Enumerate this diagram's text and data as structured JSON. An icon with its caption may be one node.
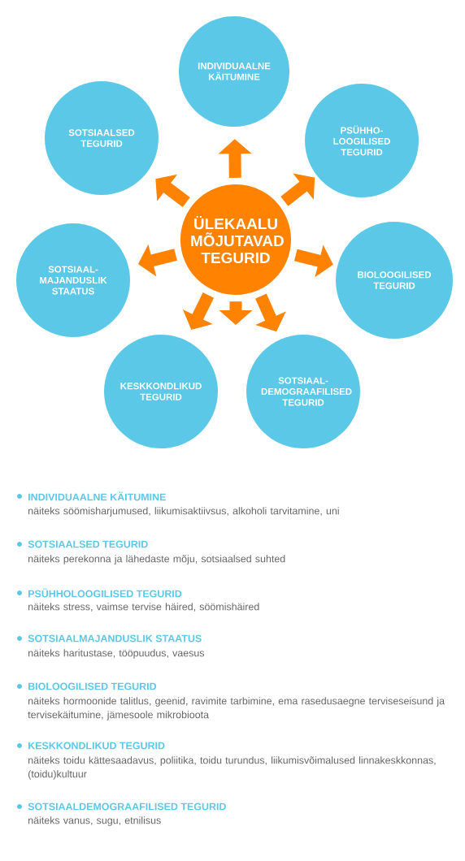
{
  "diagram": {
    "nodes": [
      {
        "text": [
          "ÜLEKAALU MÕJUTAVAD TEGURID"
        ]
      },
      {
        "text": [
          "INDIVIDUAALNE KÄITUMINE"
        ]
      },
      {
        "text": [
          "SOTSIAALSED TEGURID"
        ]
      },
      {
        "text": [
          "PSÜHHO-LOOGILISED TEGURID"
        ]
      },
      {
        "text": [
          "SOTSIAAL-MAJANDUSLIK STAATUS"
        ]
      },
      {
        "text": [
          "BIOLOOGILISED TEGURID"
        ]
      },
      {
        "text": [
          "KESKKONDLIKUD TEGURID"
        ]
      },
      {
        "text": [
          "SOTSIAAL-DEMOGRAAFILISED TEGURID"
        ]
      }
    ],
    "edges": [
      {
        "from": 0,
        "to": 1,
        "arrow": "to"
      },
      {
        "from": 0,
        "to": 3,
        "arrow": "to"
      },
      {
        "from": 0,
        "to": 5,
        "arrow": "to"
      },
      {
        "from": 0,
        "to": 7,
        "arrow": "to"
      },
      {
        "from": 0,
        "to": null,
        "arrow": "to"
      },
      {
        "from": 0,
        "to": 6,
        "arrow": "to"
      },
      {
        "from": 0,
        "to": 4,
        "arrow": "to"
      },
      {
        "from": 0,
        "to": 2,
        "arrow": "to"
      }
    ],
    "labels": [
      "INDIVIDUAALNE KÄITUMINE",
      "näiteks söömisharjumused, liikumisaktiivsus, alkoholi tarvitamine, uni",
      "SOTSIAALSED TEGURID",
      "näiteks perekonna ja lähedaste mõju, sotsiaalsed suhted",
      "PSÜHHOLOOGILISED TEGURID",
      "näiteks stress, vaimse tervise häired, söömishäired",
      "SOTSIAALMAJANDUSLIK STAATUS",
      "näiteks haritustase, tööpuudus, vaesus",
      "BIOLOOGILISED TEGURID",
      "näiteks hormoonide talitlus, geenid, ravimite tarbimine, ema rasedusaegne terviseseisund ja tervisekäitumine, jämesoole mikrobioota",
      "KESKKONDLIKUD TEGURID",
      "näiteks toidu kättesaadavus, poliitika, toidu turundus, liikumisvõimalused linnakeskkonnas, (toidu)kultuur",
      "SOTSIAALDEMOGRAAFILISED TEGURID",
      "näiteks vanus, sugu, etnilisus"
    ]
  }
}
